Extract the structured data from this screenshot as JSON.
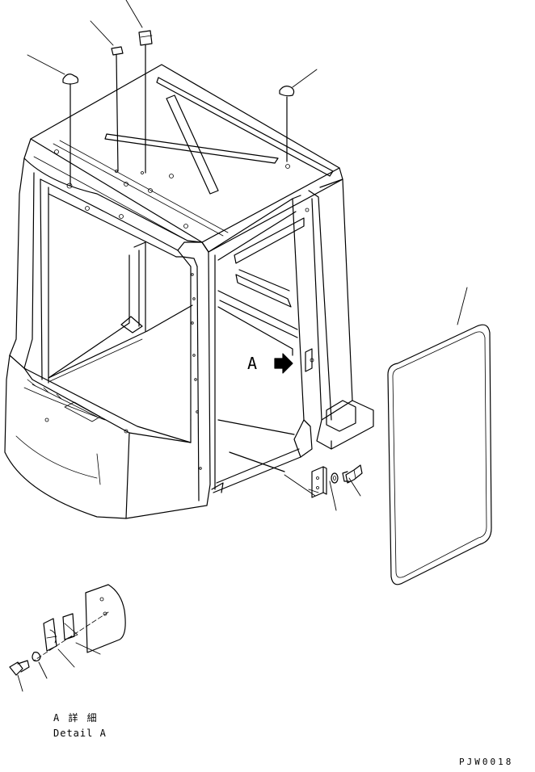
{
  "callout_letter": "A",
  "detail": {
    "label_jp": "A 詳 細",
    "label_en": "Detail A"
  },
  "drawing_code": "PJW0018",
  "colors": {
    "line": "#000000",
    "background": "#ffffff"
  }
}
